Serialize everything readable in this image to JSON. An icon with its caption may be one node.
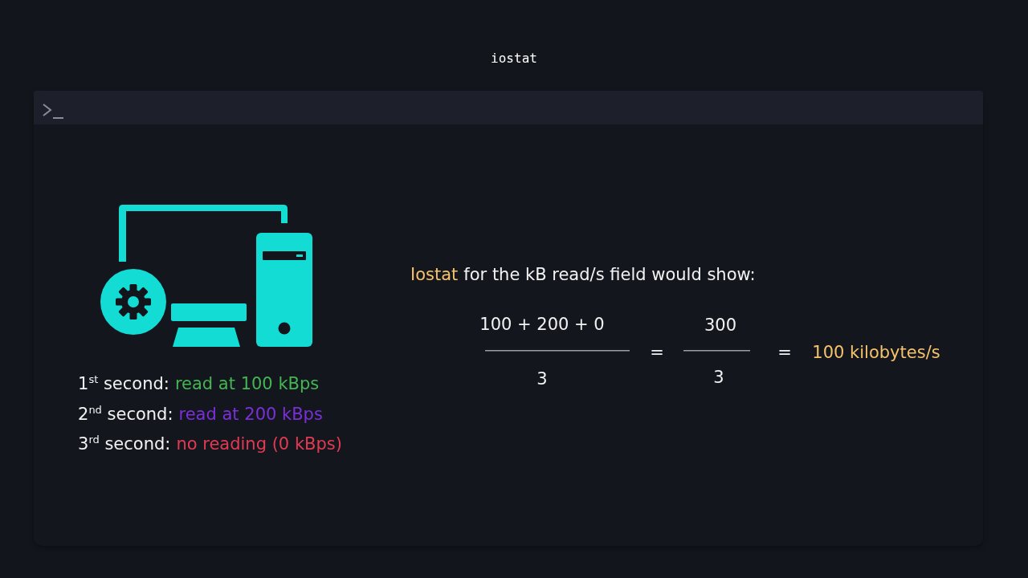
{
  "diagram": {
    "title": "iostat",
    "labels": [
      "1$^{st}$ second:",
      "read at 100 kBps",
      "2$^{nd}$ second:",
      "read at 200 kBps",
      "3$^{rd}$ second:",
      "no reading (0 kBps)",
      "Iostat",
      "for the kB read/s field would show:",
      "100 + 200 + 0",
      "3",
      "=",
      "300",
      "3",
      "=",
      "100 kilobytes/s"
    ]
  }
}
